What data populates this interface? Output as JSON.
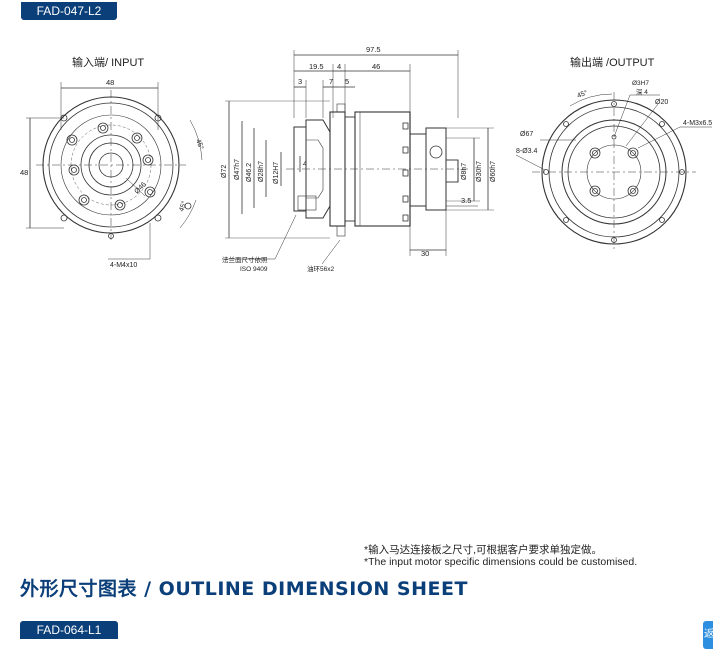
{
  "header": {
    "model_top": "FAD-047-L2"
  },
  "views": {
    "input": {
      "title": "输入端/ INPUT",
      "dims": {
        "width": "48",
        "height": "48",
        "bolt_circle": "Ø46",
        "angle": "45°",
        "angle2": "45°",
        "thread": "4-M4x10"
      }
    },
    "side": {
      "dims": {
        "total": "97.5",
        "d19_5": "19.5",
        "d4": "4",
        "d46": "46",
        "d3": "3",
        "d7": "7",
        "d5": "5",
        "od72": "Ø72",
        "od47": "Ø47h7",
        "od46_2": "Ø46.2",
        "od28": "Ø28h7",
        "od12": "Ø12H7",
        "key4": "4",
        "od8": "Ø8h7",
        "od30": "Ø30h7",
        "od60": "Ø60h7",
        "shaft3_5": "3.5",
        "shaft30": "30"
      },
      "callouts": {
        "flange_note": "法兰面尺寸依照",
        "iso": "ISO 9409",
        "oil_ring": "油环56x2"
      }
    },
    "output": {
      "title": "输出端 /OUTPUT",
      "dims": {
        "pin": "Ø3H7",
        "pin_depth": "深 4",
        "pcd20": "Ø20",
        "angle": "45°",
        "od67": "Ø67",
        "thread": "4-M3x6.5",
        "holes": "8-Ø3.4"
      }
    }
  },
  "notes": {
    "cn": "*输入马达连接板之尺寸,可根据客户要求单独定做。",
    "en": "*The input motor specific dimensions could be customised."
  },
  "sheet_title": "外形尺寸图表 / OUTLINE DIMENSION SHEET",
  "footer": {
    "model_bottom": "FAD-064-L1"
  },
  "side_chip": "返",
  "colors": {
    "brand_navy": "#0b3f7a",
    "chip_blue": "#2d8fe0",
    "line": "#333333"
  }
}
